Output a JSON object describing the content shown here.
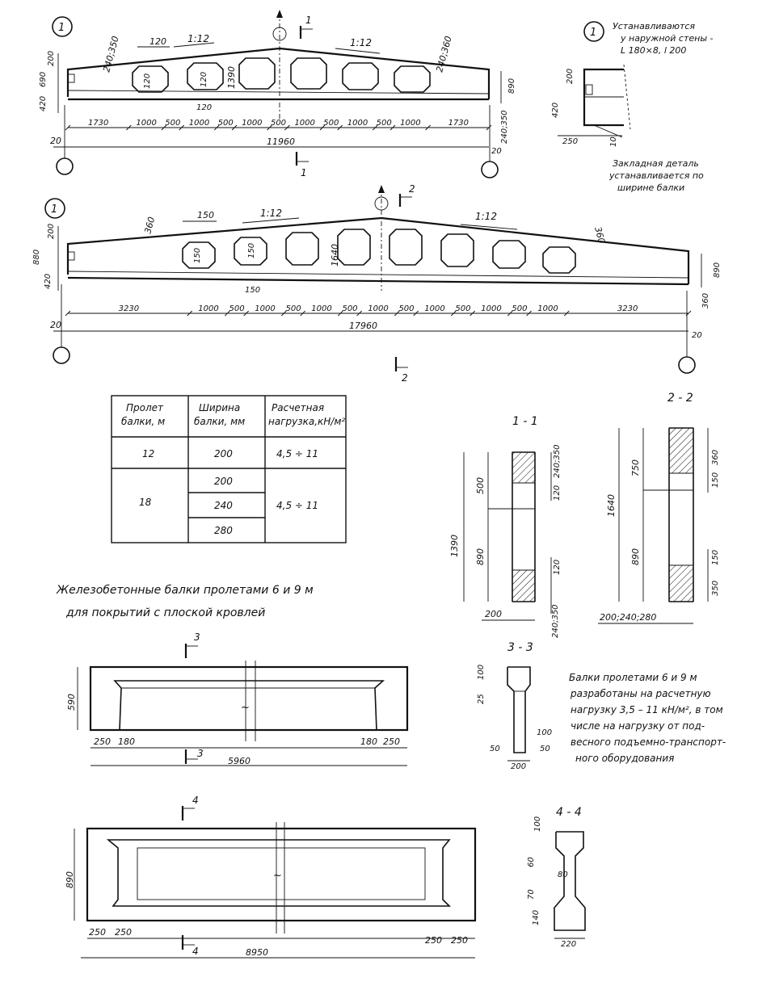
{
  "beam12": {
    "callout": "1",
    "slope_left": "1:12",
    "slope_right": "1:12",
    "end_height_left": "240;350",
    "end_height_right": "240;360",
    "opening_w": "120",
    "opening_h": "120",
    "opening_gap": "120",
    "height_top": "200",
    "height_mid": "690",
    "height_bot": "420",
    "center_height": "1390",
    "right_height": "890",
    "dims": [
      "1730",
      "1000",
      "500",
      "1000",
      "500",
      "1000",
      "500",
      "1000",
      "500",
      "1000",
      "500",
      "1000",
      "1730"
    ],
    "right_dim": "240;350",
    "support_offset": "20",
    "span": "11960",
    "section_mark": "1"
  },
  "detail1": {
    "callout": "1",
    "note_top": [
      "Устанавливаются",
      "у наружной стены -",
      "L 180×8, l 200"
    ],
    "note_bottom": [
      "Закладная деталь",
      "устанавливается по",
      "ширине балки"
    ],
    "dim_200": "200",
    "dim_420": "420",
    "dim_250": "250",
    "dim_10": "10"
  },
  "beam18": {
    "callout": "1",
    "slope_left": "1:12",
    "slope_right": "1:12",
    "end_height_left": "360",
    "end_height_right": "360",
    "opening_w": "150",
    "opening_h": "150",
    "opening_h2": "150",
    "opening_gap": "150",
    "height_top": "200",
    "height_mid": "880",
    "height_bot": "420",
    "center_height": "1640",
    "right_height": "890",
    "dims": [
      "3230",
      "1000",
      "500",
      "1000",
      "500",
      "1000",
      "500",
      "1000",
      "500",
      "1000",
      "500",
      "1000",
      "500",
      "1000",
      "3230"
    ],
    "right_dim": "360",
    "support_offset": "20",
    "span": "17960",
    "section_mark": "2"
  },
  "table": {
    "headers": [
      "Пролет балки, м",
      "Ширина балки, мм",
      "Расчетная нагрузка, кН/м²"
    ],
    "row1": {
      "span": "12",
      "width": "200",
      "load": "4,5 ÷ 11"
    },
    "row2": {
      "span": "18",
      "widths": [
        "200",
        "240",
        "280"
      ],
      "load": "4,5 ÷ 11"
    }
  },
  "section11": {
    "title": "1 - 1",
    "total": "1390",
    "upper": "500",
    "lower": "890",
    "flange_top": "240;350",
    "web": "120",
    "web2": "120",
    "width": "200",
    "flange_bot": "240;350"
  },
  "section22": {
    "title": "2 - 2",
    "total": "1640",
    "upper": "750",
    "lower": "890",
    "flange_top": "360",
    "web": "150",
    "web2": "150",
    "flange_bot": "350",
    "widths": "200;240;280"
  },
  "heading_small": [
    "Железобетонные балки пролетами 6 и 9 м",
    "для покрытий с плоской кровлей"
  ],
  "beam6": {
    "section_mark": "3",
    "height": "590",
    "dims_left": [
      "250",
      "180"
    ],
    "dims_right": [
      "180",
      "250"
    ],
    "span": "5960"
  },
  "section33": {
    "title": "3 - 3",
    "d100": "100",
    "d25": "25",
    "d50": "50",
    "d100b": "100",
    "d50b": "50",
    "width": "200"
  },
  "note_small": [
    "Балки пролетами 6 и 9 м",
    "разработаны на расчетную",
    "нагрузку 3,5 – 11 кН/м², в том",
    "числе на нагрузку от под-",
    "весного подъемно-транспорт-",
    "ного оборудования"
  ],
  "beam9": {
    "section_mark": "4",
    "height": "890",
    "dims_left": [
      "250",
      "250"
    ],
    "dims_right": [
      "250",
      "250"
    ],
    "span": "8950"
  },
  "section44": {
    "title": "4 - 4",
    "d100": "100",
    "d60": "60",
    "d80": "80",
    "d70": "70",
    "d140": "140",
    "width": "220"
  }
}
